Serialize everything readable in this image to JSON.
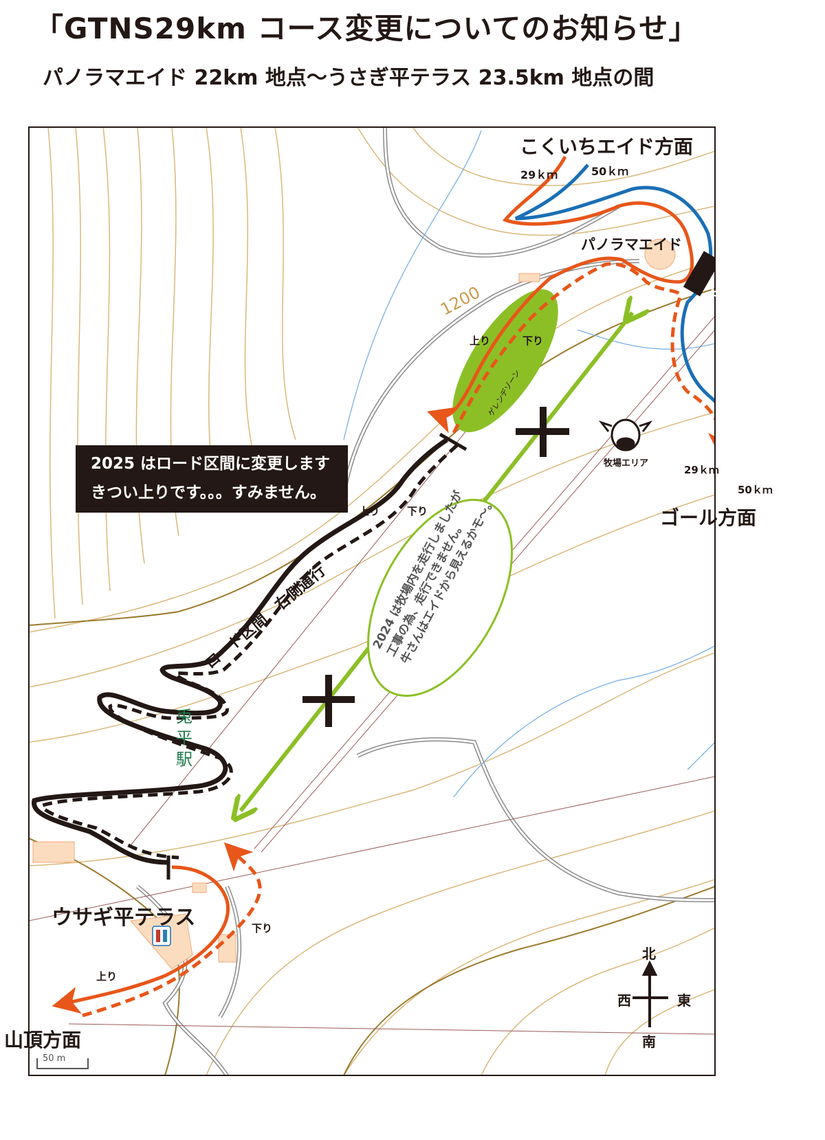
{
  "header": {
    "title": "「GTNS29km コース変更についてのお知らせ」",
    "subtitle": "パノラマエイド 22km 地点〜うさぎ平テラス 23.5km 地点の間"
  },
  "map": {
    "labels": {
      "kokuichi": "こくいちエイド方面",
      "panorama": "パノラマエイド",
      "aid_badge": "エイド",
      "goal": "ゴール方面",
      "usagi": "ウサギ平テラス",
      "summit": "山頂方面",
      "ranch": "牧場エリア",
      "station": "兎平駅",
      "road_section": "ロード区間　右側通行",
      "gelande": "ゲレンデゾーン",
      "contour_1200": "1200",
      "scale": "50 m"
    },
    "distance_tags": {
      "top_29": "29ｋｍ",
      "top_50": "50ｋｍ",
      "goal_29": "29ｋｍ",
      "goal_50": "50ｋｍ"
    },
    "direction_tags": {
      "up": "上り",
      "down": "下り"
    },
    "notice": {
      "line1": "2025 はロード区間に変更します",
      "line2": "きつい上りです。。。すみません。"
    },
    "note_2024": {
      "line1": "2024 は牧場内を走行しましたが",
      "line2": "工事の為、走行できません。",
      "line3": "牛さんはエイドから見えるかモ〜。"
    },
    "compass": {
      "north": "北",
      "south": "南",
      "east": "東",
      "west": "西"
    },
    "colors": {
      "route_29": "#e8561a",
      "route_50": "#1a6fb5",
      "road": "#231815",
      "old_route": "#8cbf26",
      "contour": "#d9b87a",
      "index_contour": "#9b7a2c",
      "station": "#1f7a4a"
    }
  }
}
